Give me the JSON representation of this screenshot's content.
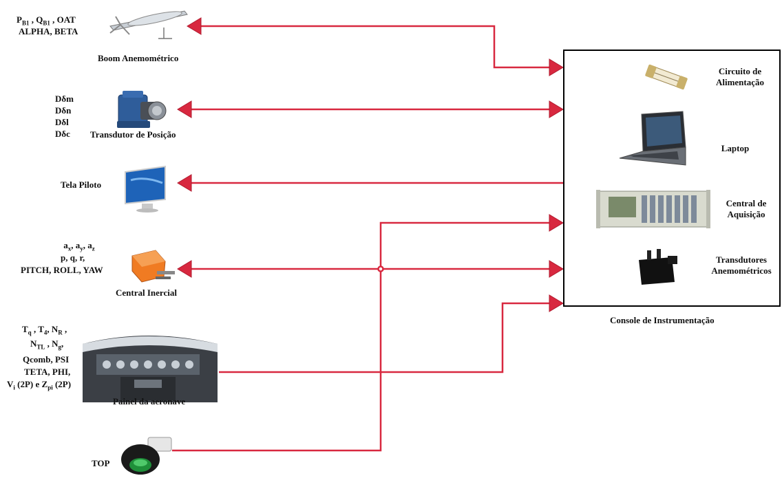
{
  "devices": {
    "boom": {
      "label": "Boom Anemométrico",
      "signals": {
        "l1_a": "P",
        "l1_a_sub": "B1",
        "l1_b": " , Q",
        "l1_b_sub": "B1",
        "l1_c": " , OAT",
        "l2": "ALPHA, BETA"
      }
    },
    "position": {
      "label": "Transdutor de Posição",
      "signals": [
        "Dδm",
        "Dδn",
        "Dδl",
        "Dδc"
      ]
    },
    "screen": {
      "label": "Tela Piloto"
    },
    "inertial": {
      "label": "Central Inercial",
      "signals": {
        "l1_a": "a",
        "l1_a_sub": "x",
        "l1_b": ", a",
        "l1_b_sub": "y",
        "l1_c": ", a",
        "l1_c_sub": "z",
        "l2": "p, q, r,",
        "l3": "PITCH, ROLL, YAW"
      }
    },
    "panel": {
      "label": "Painel da aeronave",
      "signals": {
        "l1_a": "T",
        "l1_a_sub": "q",
        "l1_b": " , T",
        "l1_b_sub": "4",
        "l1_c": ", N",
        "l1_c_sub": "R",
        "l1_d": " ,",
        "l2_a": "N",
        "l2_a_sub": "TL",
        "l2_b": " , N",
        "l2_b_sub": "g",
        "l2_c": ",",
        "l3": "Qcomb, PSI",
        "l4": "TETA, PHI,",
        "l5_a": "V",
        "l5_a_sub": "i",
        "l5_b": " (2P) e Z",
        "l5_b_sub": "pi",
        "l5_c": "  (2P)"
      }
    },
    "top": {
      "label": "TOP"
    }
  },
  "console": {
    "title": "Console de Instrumentação",
    "items": [
      {
        "label_1": "Circuito de",
        "label_2": "Alimentação"
      },
      {
        "label_1": "Laptop"
      },
      {
        "label_1": "Central de",
        "label_2": "Aquisição"
      },
      {
        "label_1": "Transdutores",
        "label_2": "Anemométricos"
      }
    ]
  },
  "colors": {
    "connector": "#d8283f",
    "arrow": "#d8283f",
    "border": "#000000"
  }
}
